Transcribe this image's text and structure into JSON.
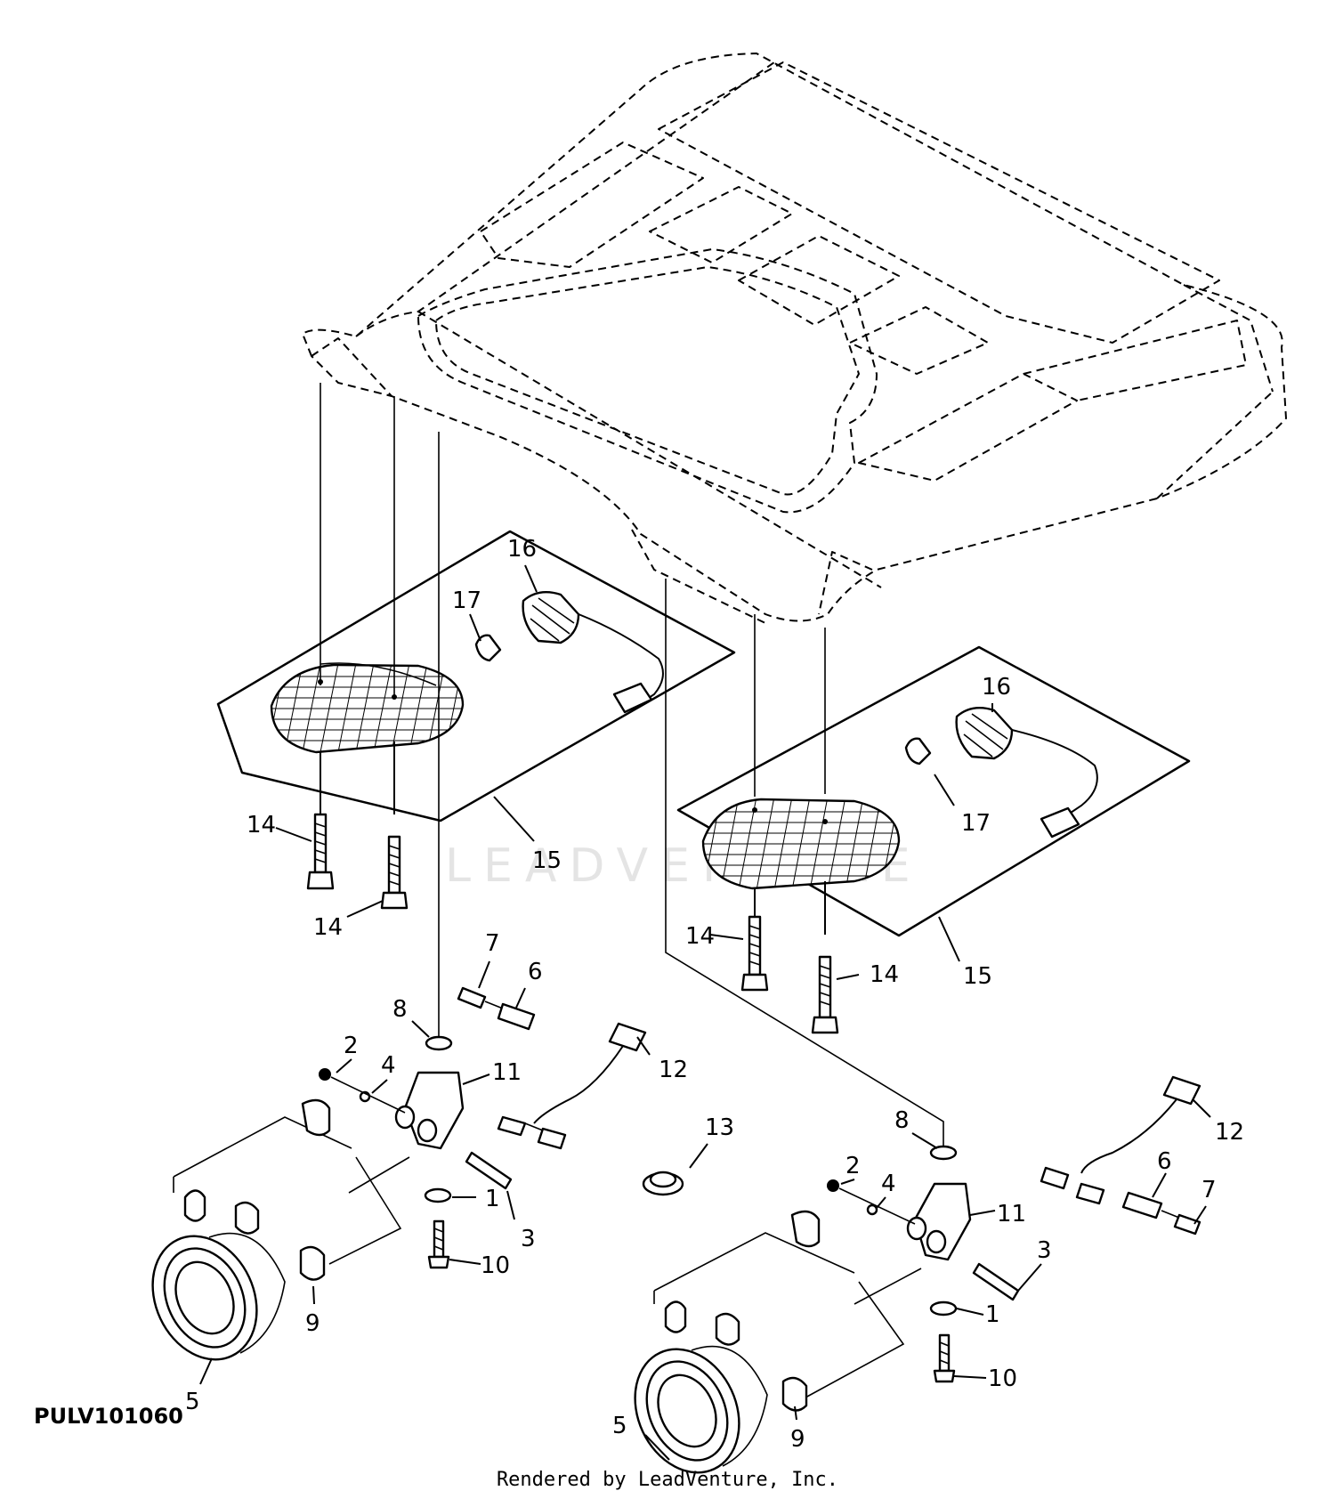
{
  "diagram_id": "PULV101060",
  "credit": "Rendered by LeadVenture, Inc.",
  "watermark": "LEADVENTURE",
  "callouts": {
    "c14a": "14",
    "c14b": "14",
    "c15a": "15",
    "c16a": "16",
    "c17a": "17",
    "c16b": "16",
    "c17b": "17",
    "c14c": "14",
    "c14d": "14",
    "c15b": "15",
    "c7a": "7",
    "c6a": "6",
    "c8a": "8",
    "c2a": "2",
    "c4a": "4",
    "c11a": "11",
    "c12a": "12",
    "c13": "13",
    "c1a": "1",
    "c3a": "3",
    "c10a": "10",
    "c9a": "9",
    "c5a": "5",
    "c8b": "8",
    "c2b": "2",
    "c4b": "4",
    "c11b": "11",
    "c12b": "12",
    "c6b": "6",
    "c7b": "7",
    "c3b": "3",
    "c1b": "1",
    "c10b": "10",
    "c5b": "5",
    "c9b": "9"
  }
}
